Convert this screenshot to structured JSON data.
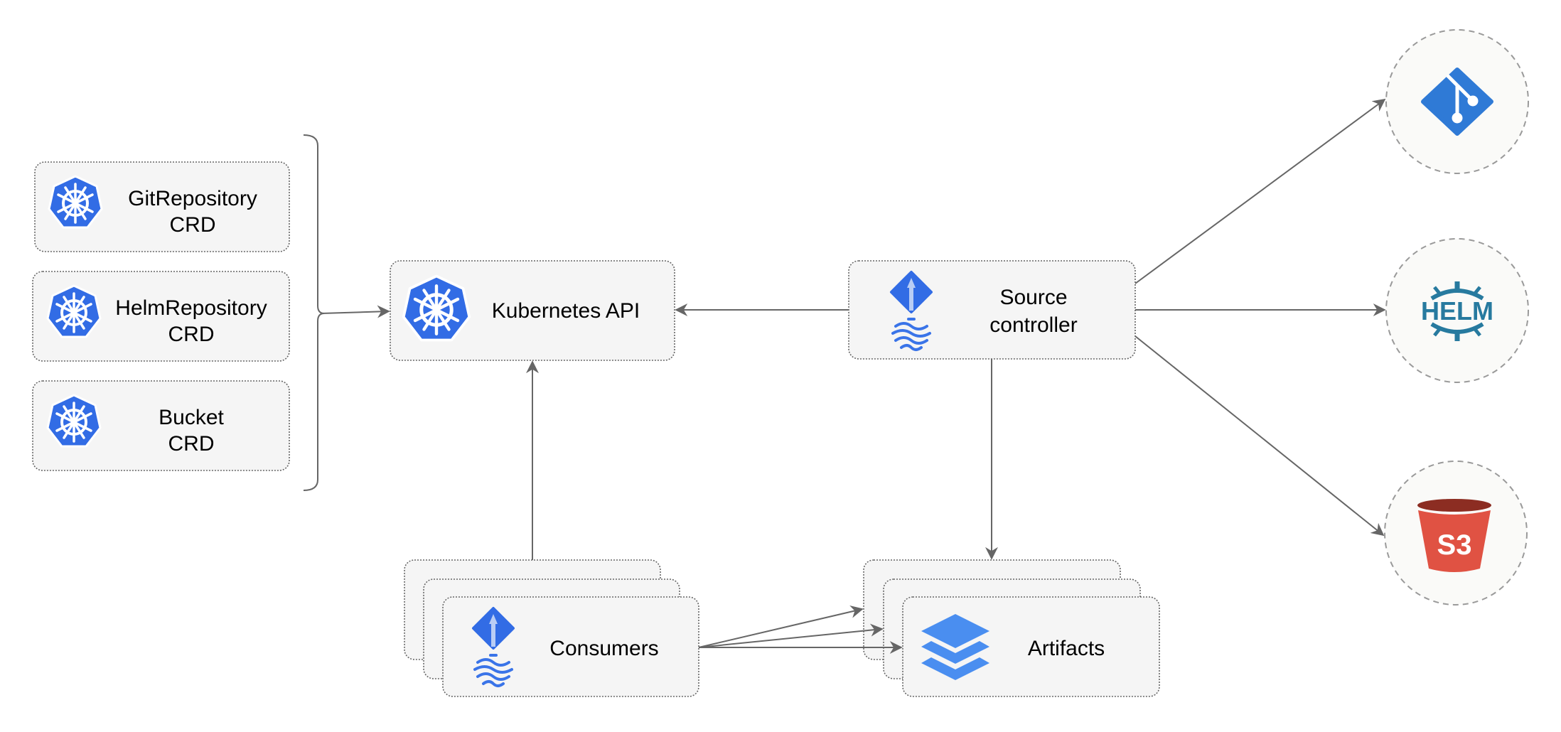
{
  "crds": [
    {
      "line1": "GitRepository",
      "line2": "CRD"
    },
    {
      "line1": "HelmRepository",
      "line2": "CRD"
    },
    {
      "line1": "Bucket",
      "line2": "CRD"
    }
  ],
  "kubernetes_api": {
    "label": "Kubernetes API",
    "icon": "kubernetes-icon"
  },
  "source_controller": {
    "line1": "Source",
    "line2": "controller",
    "icon": "flux-icon"
  },
  "consumers": {
    "label": "Consumers",
    "icon": "flux-icon"
  },
  "artifacts": {
    "label": "Artifacts",
    "icon": "layers-icon"
  },
  "sources": [
    {
      "icon": "git-icon"
    },
    {
      "icon": "helm-icon",
      "text": "HELM"
    },
    {
      "icon": "s3-icon",
      "text": "S3"
    }
  ],
  "colors": {
    "k8s_blue": "#326ce5",
    "git_blue": "#2f7ad6",
    "helm_blue": "#277a9f",
    "s3_red": "#e05243",
    "layers_blue": "#4a8ef0"
  }
}
